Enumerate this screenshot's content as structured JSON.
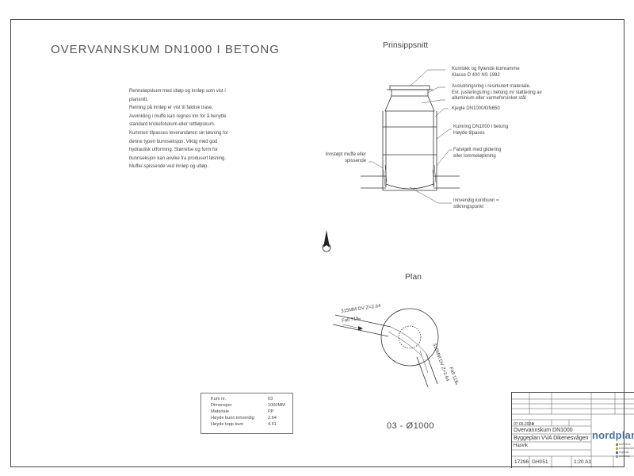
{
  "title": "OVERVANNSKUM DN1000 I BETONG",
  "notes": [
    "Renneløpskum med utløp og innløp som vist i",
    "plansnitt.",
    "Retning på innløp er vist til faktisk trase.",
    "Avvinkling i muffe kan regnes inn for å benytte",
    "standard krokefotskum eller rettløpskum.",
    "Kummen tilpasses leverandøren sin løsning for",
    "denne typen bunnseksjon. Viktig med god",
    "hydraulisk utforming. Størrelse og form for",
    "bunnseksjon kan avvike fra produsert løsning.",
    "Muffe/-spissende ved innløp og utløp."
  ],
  "section": {
    "heading": "Prinsippsnitt",
    "labels": {
      "lid": [
        "Kumlokk og flytende kumramme",
        "Klasse D 400 NS 1992"
      ],
      "adjust": [
        "Avslutningsring i resirkulert materiale.",
        "Evt. justeringsring i betong m/ støttering av",
        "alluminium eller varmeforsinket stål"
      ],
      "cone": [
        "Kjegle DN1000/DN650"
      ],
      "ring": [
        "Kumring DN1000 i betong",
        "Høyde tilpases"
      ],
      "seal": [
        "Falskjøtt med glidering",
        "eller lommeløpkning"
      ],
      "invert": [
        "Innvendig kumbunn =",
        "stikningspunkt"
      ],
      "socket": [
        "Innstøpt muffe eller",
        "spissende"
      ]
    }
  },
  "plan": {
    "heading": "Plan",
    "pipe_in": "315MM DV Z=2.64",
    "fall_in": "Fall 71‰",
    "pipe_out": "315MM DV Z=2.64",
    "fall_out": "Fall 11‰"
  },
  "properties": [
    {
      "label": "Kum nr.",
      "value": "03"
    },
    {
      "label": "Dimensjon",
      "value": "1000MM"
    },
    {
      "label": "Materiale",
      "value": "PP"
    },
    {
      "label": "Høyde bunn innverdig",
      "value": "2.64"
    },
    {
      "label": "Høyde topp kum",
      "value": "4.51"
    }
  ],
  "manhole_id": "03 - Ø1000",
  "title_block": {
    "date": "07.05.2024",
    "rev": "0",
    "drawing_title": "Overvannskum DN1000",
    "project": "Byggeplan VVA Dikenesvågen",
    "client": "Hasvik",
    "project_no": "17296",
    "drawing_no": "GH051",
    "scale": "1:20 A1",
    "logo": "nordplan",
    "legend": [
      "arkitektur",
      "landskapsplan",
      "ingeniør",
      "landskap"
    ],
    "colors": {
      "logo": "#4d6e9a",
      "legend": [
        "#7b9a3a",
        "#c7a13b",
        "#4d6e9a",
        "#999999"
      ]
    }
  }
}
